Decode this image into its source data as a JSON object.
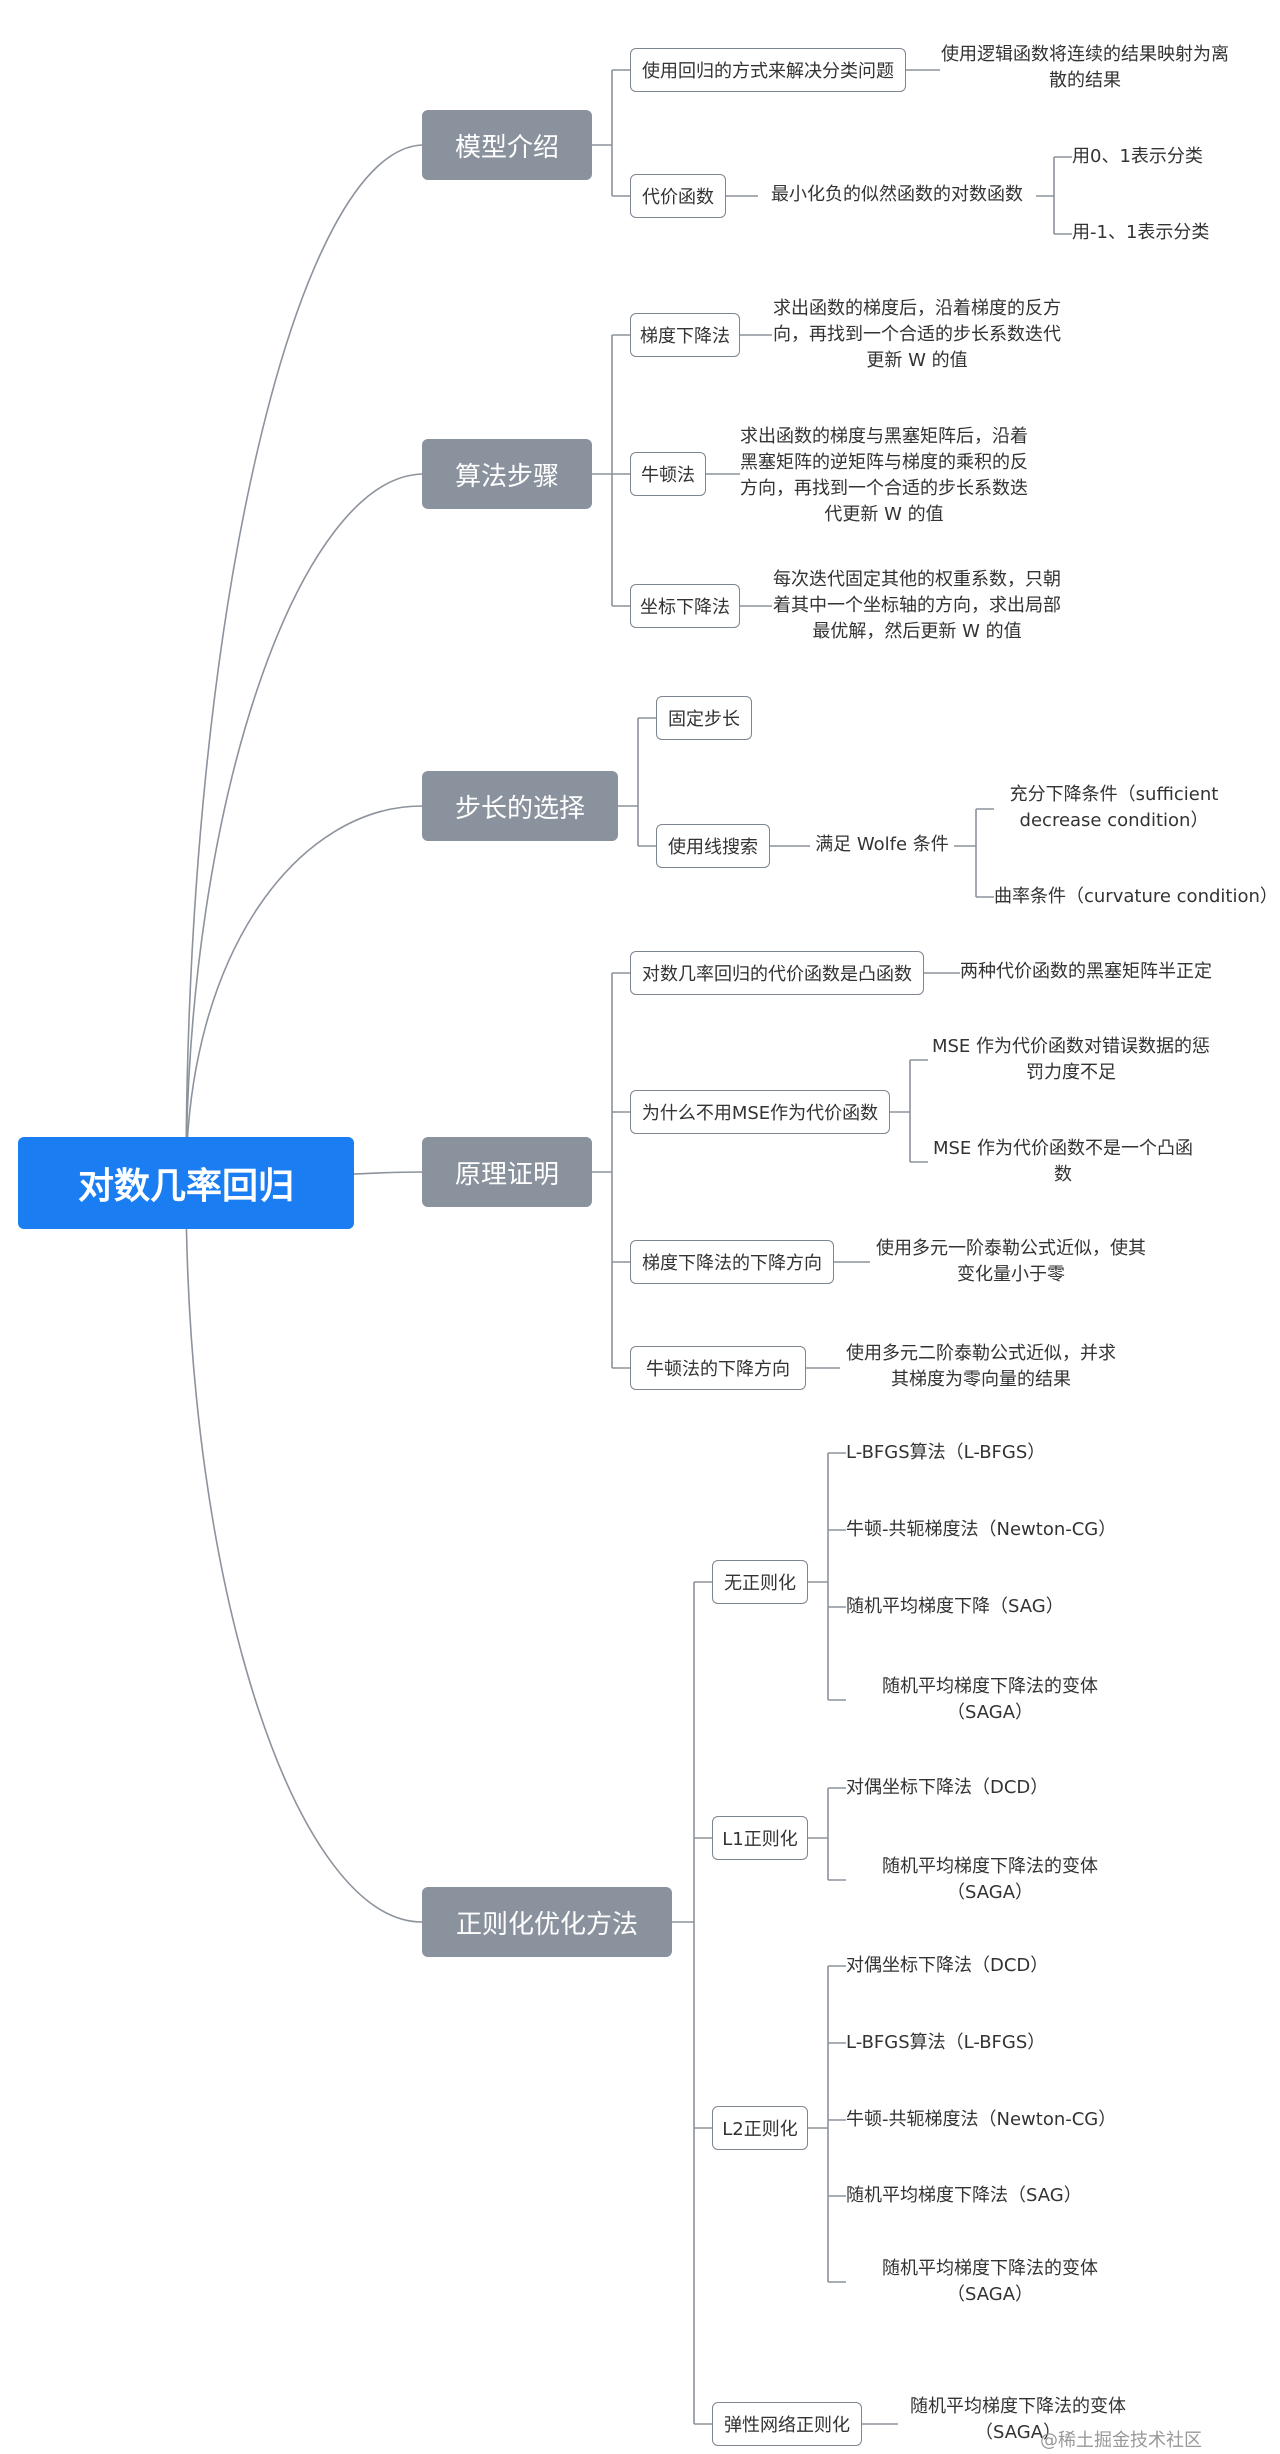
{
  "root": "对数几率回归",
  "categories": {
    "intro": "模型介绍",
    "algo": "算法步骤",
    "step": "步长的选择",
    "proof": "原理证明",
    "reg": "正则化优化方法"
  },
  "intro": {
    "b1": "使用回归的方式来解决分类问题",
    "t1": "使用逻辑函数将连续的结果映射为离散的结果",
    "b2": "代价函数",
    "t2": "最小化负的似然函数的对数函数",
    "t3": "用0、1表示分类",
    "t4": "用-1、1表示分类"
  },
  "algo": {
    "b1": "梯度下降法",
    "t1": "求出函数的梯度后，沿着梯度的反方向，再找到一个合适的步长系数迭代更新 W 的值",
    "b2": "牛顿法",
    "t2": "求出函数的梯度与黑塞矩阵后，沿着黑塞矩阵的逆矩阵与梯度的乘积的反方向，再找到一个合适的步长系数迭代更新 W 的值",
    "b3": "坐标下降法",
    "t3": "每次迭代固定其他的权重系数，只朝着其中一个坐标轴的方向，求出局部最优解，然后更新 W 的值"
  },
  "step": {
    "b1": "固定步长",
    "b2": "使用线搜索",
    "t1": "满足 Wolfe 条件",
    "t2": "充分下降条件（sufficient decrease condition）",
    "t3": "曲率条件（curvature condition）"
  },
  "proof": {
    "b1": "对数几率回归的代价函数是凸函数",
    "t1": "两种代价函数的黑塞矩阵半正定",
    "b2": "为什么不用MSE作为代价函数",
    "t2": "MSE 作为代价函数对错误数据的惩罚力度不足",
    "t3": "MSE 作为代价函数不是一个凸函数",
    "b3": "梯度下降法的下降方向",
    "t4": "使用多元一阶泰勒公式近似，使其变化量小于零",
    "b4": "牛顿法的下降方向",
    "t5": "使用多元二阶泰勒公式近似，并求其梯度为零向量的结果"
  },
  "reg": {
    "b1": "无正则化",
    "b1_items": [
      "L-BFGS算法（L-BFGS）",
      "牛顿-共轭梯度法（Newton-CG）",
      "随机平均梯度下降（SAG）",
      "随机平均梯度下降法的变体（SAGA）"
    ],
    "b2": "L1正则化",
    "b2_items": [
      "对偶坐标下降法（DCD）",
      "随机平均梯度下降法的变体（SAGA）"
    ],
    "b3": "L2正则化",
    "b3_items": [
      "对偶坐标下降法（DCD）",
      "L-BFGS算法（L-BFGS）",
      "牛顿-共轭梯度法（Newton-CG）",
      "随机平均梯度下降法（SAG）",
      "随机平均梯度下降法的变体（SAGA）"
    ],
    "b4": "弹性网络正则化",
    "b4_items": [
      "随机平均梯度下降法的变体（SAGA）"
    ]
  },
  "watermark": "@稀土掘金技术社区",
  "colors": {
    "root": "#1a7ef2",
    "category": "#8a929e",
    "line": "#8c939c",
    "border": "#7c8590"
  }
}
